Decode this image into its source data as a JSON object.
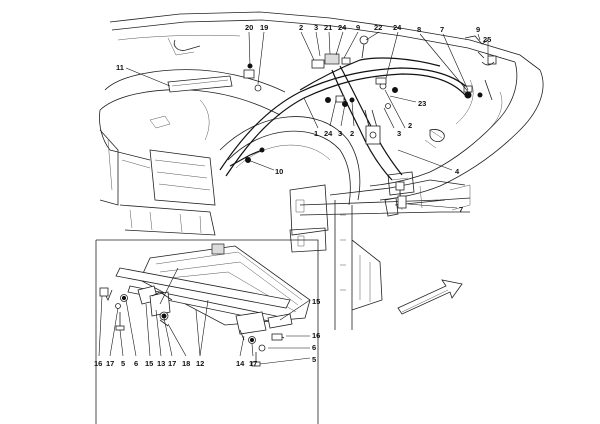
{
  "diagram": {
    "colors": {
      "line": "#222222",
      "background": "#ffffff",
      "label": "#111111"
    },
    "callouts": [
      {
        "id": "c20",
        "text": "20"
      },
      {
        "id": "c19",
        "text": "19"
      },
      {
        "id": "c2a",
        "text": "2"
      },
      {
        "id": "c3a",
        "text": "3"
      },
      {
        "id": "c21",
        "text": "21"
      },
      {
        "id": "c24a",
        "text": "24"
      },
      {
        "id": "c9a",
        "text": "9"
      },
      {
        "id": "c22",
        "text": "22"
      },
      {
        "id": "c24b",
        "text": "24"
      },
      {
        "id": "c8",
        "text": "8"
      },
      {
        "id": "c7a",
        "text": "7"
      },
      {
        "id": "c9b",
        "text": "9"
      },
      {
        "id": "c25",
        "text": "25"
      },
      {
        "id": "c11",
        "text": "11"
      },
      {
        "id": "c23",
        "text": "23"
      },
      {
        "id": "c1",
        "text": "1"
      },
      {
        "id": "c24c",
        "text": "24"
      },
      {
        "id": "c3b",
        "text": "3"
      },
      {
        "id": "c2b",
        "text": "2"
      },
      {
        "id": "c2c",
        "text": "2"
      },
      {
        "id": "c3c",
        "text": "3"
      },
      {
        "id": "c10",
        "text": "10"
      },
      {
        "id": "c4",
        "text": "4"
      },
      {
        "id": "c7b",
        "text": "7"
      },
      {
        "id": "c15a",
        "text": "15"
      },
      {
        "id": "c16a",
        "text": "16"
      },
      {
        "id": "c6a",
        "text": "6"
      },
      {
        "id": "c5a",
        "text": "5"
      },
      {
        "id": "c16b",
        "text": "16"
      },
      {
        "id": "c17a",
        "text": "17"
      },
      {
        "id": "c5b",
        "text": "5"
      },
      {
        "id": "c6b",
        "text": "6"
      },
      {
        "id": "c15b",
        "text": "15"
      },
      {
        "id": "c13",
        "text": "13"
      },
      {
        "id": "c17b",
        "text": "17"
      },
      {
        "id": "c18",
        "text": "18"
      },
      {
        "id": "c12",
        "text": "12"
      },
      {
        "id": "c14",
        "text": "14"
      },
      {
        "id": "c17c",
        "text": "17"
      }
    ]
  }
}
